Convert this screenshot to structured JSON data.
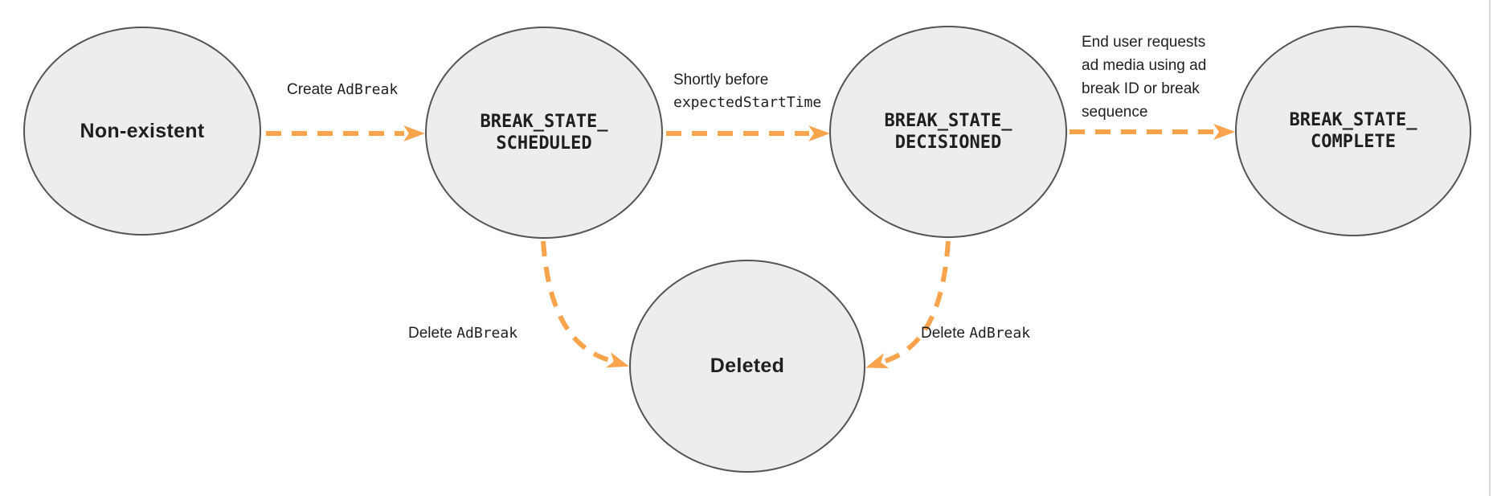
{
  "colors": {
    "node_fill": "#ededed",
    "node_border": "#545454",
    "arrow": "#f9a34c",
    "text": "#1f1f1f",
    "page_edge": "#d9d9d9"
  },
  "states": {
    "non_existent": {
      "label": "Non-existent"
    },
    "scheduled": {
      "line1": "BREAK_STATE_",
      "line2": "SCHEDULED"
    },
    "decisioned": {
      "line1": "BREAK_STATE_",
      "line2": "DECISIONED"
    },
    "complete": {
      "line1": "BREAK_STATE_",
      "line2": "COMPLETE"
    },
    "deleted": {
      "label": "Deleted"
    }
  },
  "transitions": {
    "create": {
      "plain": "Create ",
      "code": "AdBreak"
    },
    "shortly_before": {
      "line1": "Shortly before",
      "line2_code": "expectedStartTime"
    },
    "end_user": {
      "line1": "End user requests",
      "line2": "ad media using ad",
      "line3": "break ID or break",
      "line4": "sequence"
    },
    "delete_from_scheduled": {
      "plain": "Delete ",
      "code": "AdBreak"
    },
    "delete_from_decisioned": {
      "plain": "Delete ",
      "code": "AdBreak"
    }
  }
}
